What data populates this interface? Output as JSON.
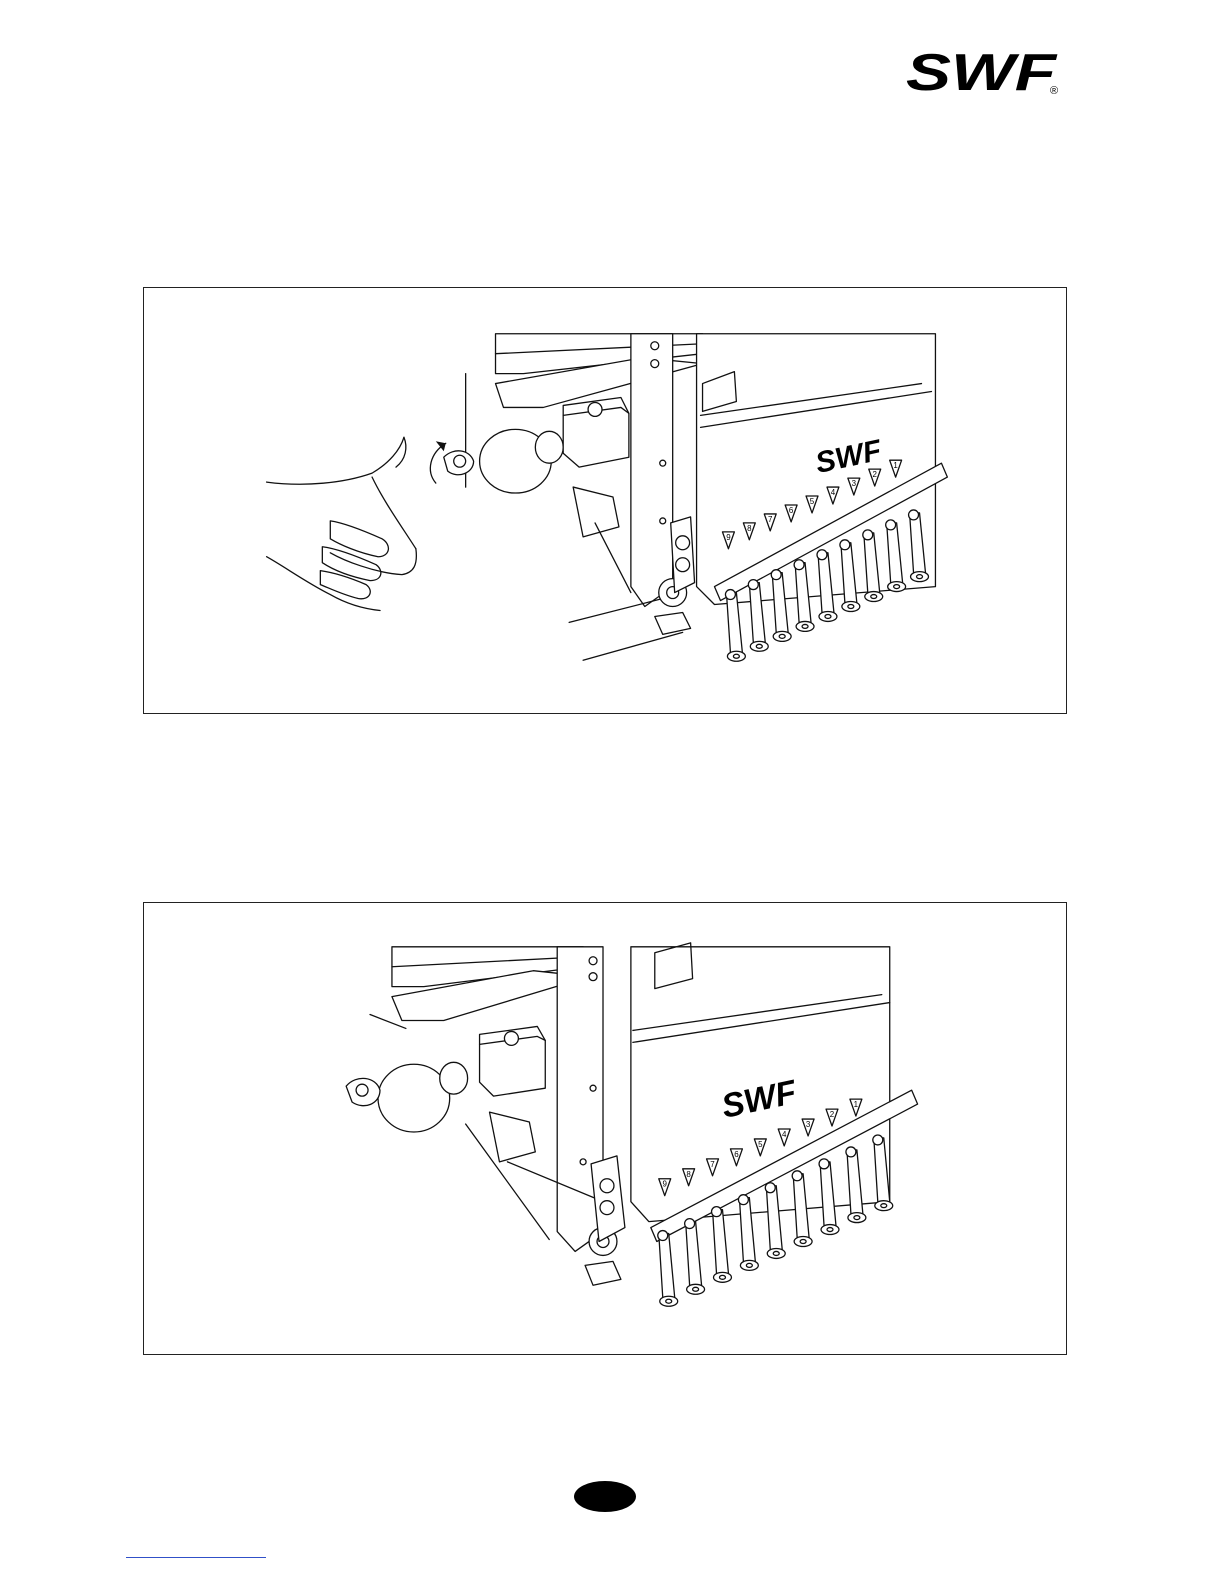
{
  "header": {
    "brand": "SWF",
    "registered_mark": "®"
  },
  "figures": [
    {
      "id": "figure-1",
      "panel_brand": "SWF",
      "needle_numbers": [
        "9",
        "8",
        "7",
        "6",
        "5",
        "4",
        "3",
        "2",
        "1"
      ]
    },
    {
      "id": "figure-2",
      "panel_brand": "SWF",
      "needle_numbers": [
        "9",
        "8",
        "7",
        "6",
        "5",
        "4",
        "3",
        "2",
        "1"
      ]
    }
  ],
  "colors": {
    "ink": "#111111",
    "footer_rule": "#3050c8"
  },
  "icons": {
    "brand_logo": "swf-logo-icon",
    "page_marker": "page-number-oval-icon",
    "rotate_arrow": "rotate-arrow-icon"
  }
}
